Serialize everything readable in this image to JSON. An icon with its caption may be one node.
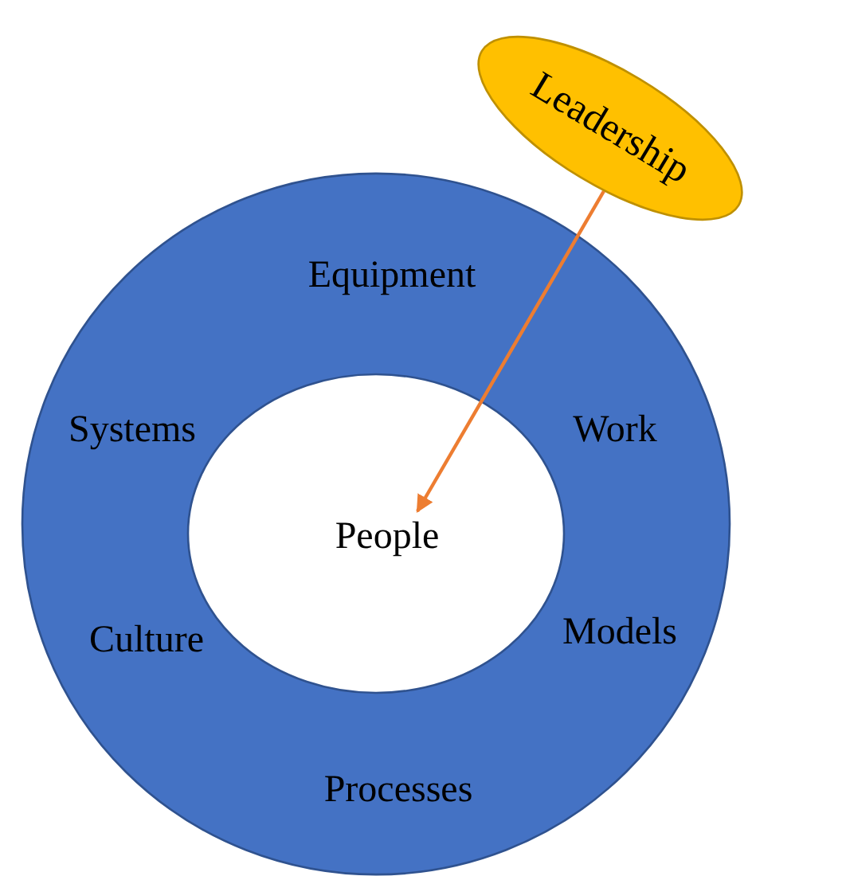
{
  "diagram": {
    "nodes": [
      {
        "text": [
          "Equipment",
          "Systems",
          "Work",
          "Culture",
          "Models",
          "Processes"
        ]
      },
      {
        "text": [
          "People"
        ],
        "in": 0
      },
      {
        "text": [
          "Leadership"
        ]
      }
    ],
    "edges": [
      {
        "from": 2,
        "to": 1,
        "arrow": "to",
        "color": "#ed7d31"
      }
    ]
  }
}
